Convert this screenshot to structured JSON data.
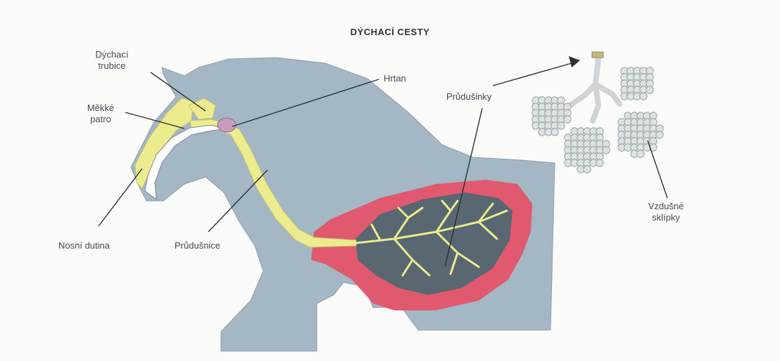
{
  "title": "DÝCHACÍ CESTY",
  "labels": {
    "trachea_tube_line1": "Dýchací",
    "trachea_tube_line2": "trubice",
    "soft_palate_line1": "Měkké",
    "soft_palate_line2": "patro",
    "larynx": "Hrtan",
    "bronchioles": "Průdušinky",
    "nasal_cavity": "Nosní dutina",
    "trachea": "Průdušnice",
    "alveoli_line1": "Vzdušné",
    "alveoli_line2": "sklípky"
  },
  "colors": {
    "body": "#a3b7c4",
    "airway": "#ecec8e",
    "lung": "#e0596e",
    "lung_inner": "#586771",
    "larynx": "#c79bc0",
    "alveoli": "#dde2e2"
  }
}
